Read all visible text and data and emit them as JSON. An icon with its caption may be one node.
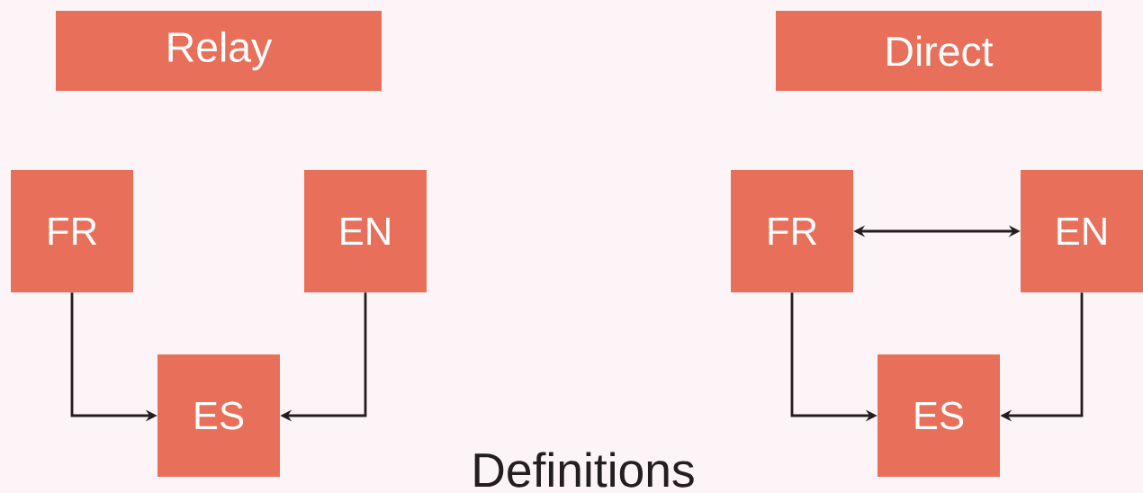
{
  "diagram": {
    "nodes": [
      {
        "text": [
          "Relay"
        ]
      },
      {
        "text": [
          "Direct"
        ]
      },
      {
        "text": [
          "FR"
        ]
      },
      {
        "text": [
          "EN"
        ]
      },
      {
        "text": [
          "ES"
        ]
      },
      {
        "text": [
          "FR"
        ]
      },
      {
        "text": [
          "EN"
        ]
      },
      {
        "text": [
          "ES"
        ]
      }
    ],
    "edges": [
      {
        "from": 2,
        "to": 4,
        "arrow": "to"
      },
      {
        "from": 3,
        "to": 4,
        "arrow": "to"
      },
      {
        "from": 5,
        "to": 6,
        "arrow": "both"
      },
      {
        "from": 5,
        "to": 7,
        "arrow": "to"
      },
      {
        "from": 6,
        "to": 7,
        "arrow": "to"
      }
    ],
    "labels": [
      "Definitions"
    ]
  }
}
